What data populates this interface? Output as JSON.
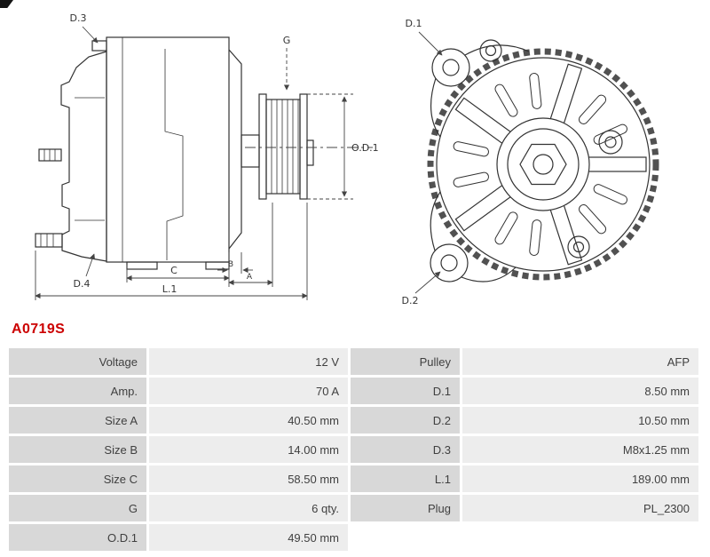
{
  "part_number": "A0719S",
  "diagram": {
    "labels": {
      "d1": "D.1",
      "d2": "D.2",
      "d3": "D.3",
      "d4": "D.4",
      "g": "G",
      "od1": "O.D.1",
      "a": "A",
      "b": "B",
      "c": "C",
      "l1": "L.1"
    }
  },
  "table": {
    "rows": [
      {
        "label1": "Voltage",
        "value1": "12 V",
        "label2": "Pulley",
        "value2": "AFP"
      },
      {
        "label1": "Amp.",
        "value1": "70 A",
        "label2": "D.1",
        "value2": "8.50 mm"
      },
      {
        "label1": "Size A",
        "value1": "40.50 mm",
        "label2": "D.2",
        "value2": "10.50 mm"
      },
      {
        "label1": "Size B",
        "value1": "14.00 mm",
        "label2": "D.3",
        "value2": "M8x1.25 mm"
      },
      {
        "label1": "Size C",
        "value1": "58.50 mm",
        "label2": "L.1",
        "value2": "189.00 mm"
      },
      {
        "label1": "G",
        "value1": "6 qty.",
        "label2": "Plug",
        "value2": "PL_2300"
      },
      {
        "label1": "O.D.1",
        "value1": "49.50 mm",
        "label2": "",
        "value2": ""
      }
    ]
  }
}
